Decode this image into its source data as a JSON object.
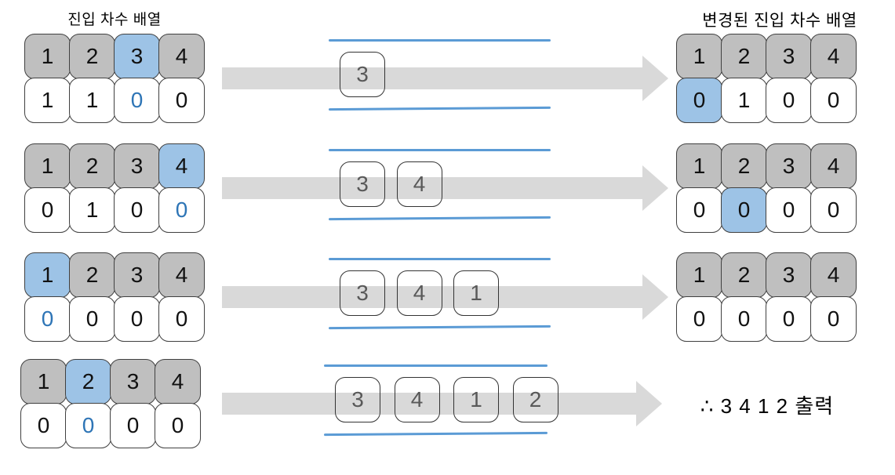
{
  "titles": {
    "left": "진입 차수 배열",
    "right": "변경된 진입 차수 배열"
  },
  "conclusion": "∴ 3 4 1 2 출력",
  "rows": [
    {
      "left": {
        "top": [
          "1",
          "2",
          "3",
          "4"
        ],
        "bottom": [
          "1",
          "1",
          "0",
          "0"
        ],
        "top_highlight": 2,
        "bottom_blue_text": 2
      },
      "queue": [
        "3"
      ],
      "right": {
        "top": [
          "1",
          "2",
          "3",
          "4"
        ],
        "bottom": [
          "0",
          "1",
          "0",
          "0"
        ],
        "bottom_highlight": 0
      }
    },
    {
      "left": {
        "top": [
          "1",
          "2",
          "3",
          "4"
        ],
        "bottom": [
          "0",
          "1",
          "0",
          "0"
        ],
        "top_highlight": 3,
        "bottom_blue_text": 3
      },
      "queue": [
        "3",
        "4"
      ],
      "right": {
        "top": [
          "1",
          "2",
          "3",
          "4"
        ],
        "bottom": [
          "0",
          "0",
          "0",
          "0"
        ],
        "bottom_highlight": 1
      }
    },
    {
      "left": {
        "top": [
          "1",
          "2",
          "3",
          "4"
        ],
        "bottom": [
          "0",
          "0",
          "0",
          "0"
        ],
        "top_highlight": 0,
        "bottom_blue_text": 0
      },
      "queue": [
        "3",
        "4",
        "1"
      ],
      "right": {
        "top": [
          "1",
          "2",
          "3",
          "4"
        ],
        "bottom": [
          "0",
          "0",
          "0",
          "0"
        ],
        "bottom_highlight": null
      }
    },
    {
      "left": {
        "top": [
          "1",
          "2",
          "3",
          "4"
        ],
        "bottom": [
          "0",
          "0",
          "0",
          "0"
        ],
        "top_highlight": 1,
        "bottom_blue_text": 1
      },
      "queue": [
        "3",
        "4",
        "1",
        "2"
      ],
      "right": null
    }
  ],
  "icons": {
    "arrow": "arrow-right-icon"
  },
  "colors": {
    "node_gray": "#BFBFBF",
    "highlight_blue": "#9DC3E6",
    "queue_line_blue": "#5B9BD5",
    "arrow_gray": "#D9D9D9",
    "blue_text": "#2E75B6",
    "queue_text_gray": "#595959"
  }
}
